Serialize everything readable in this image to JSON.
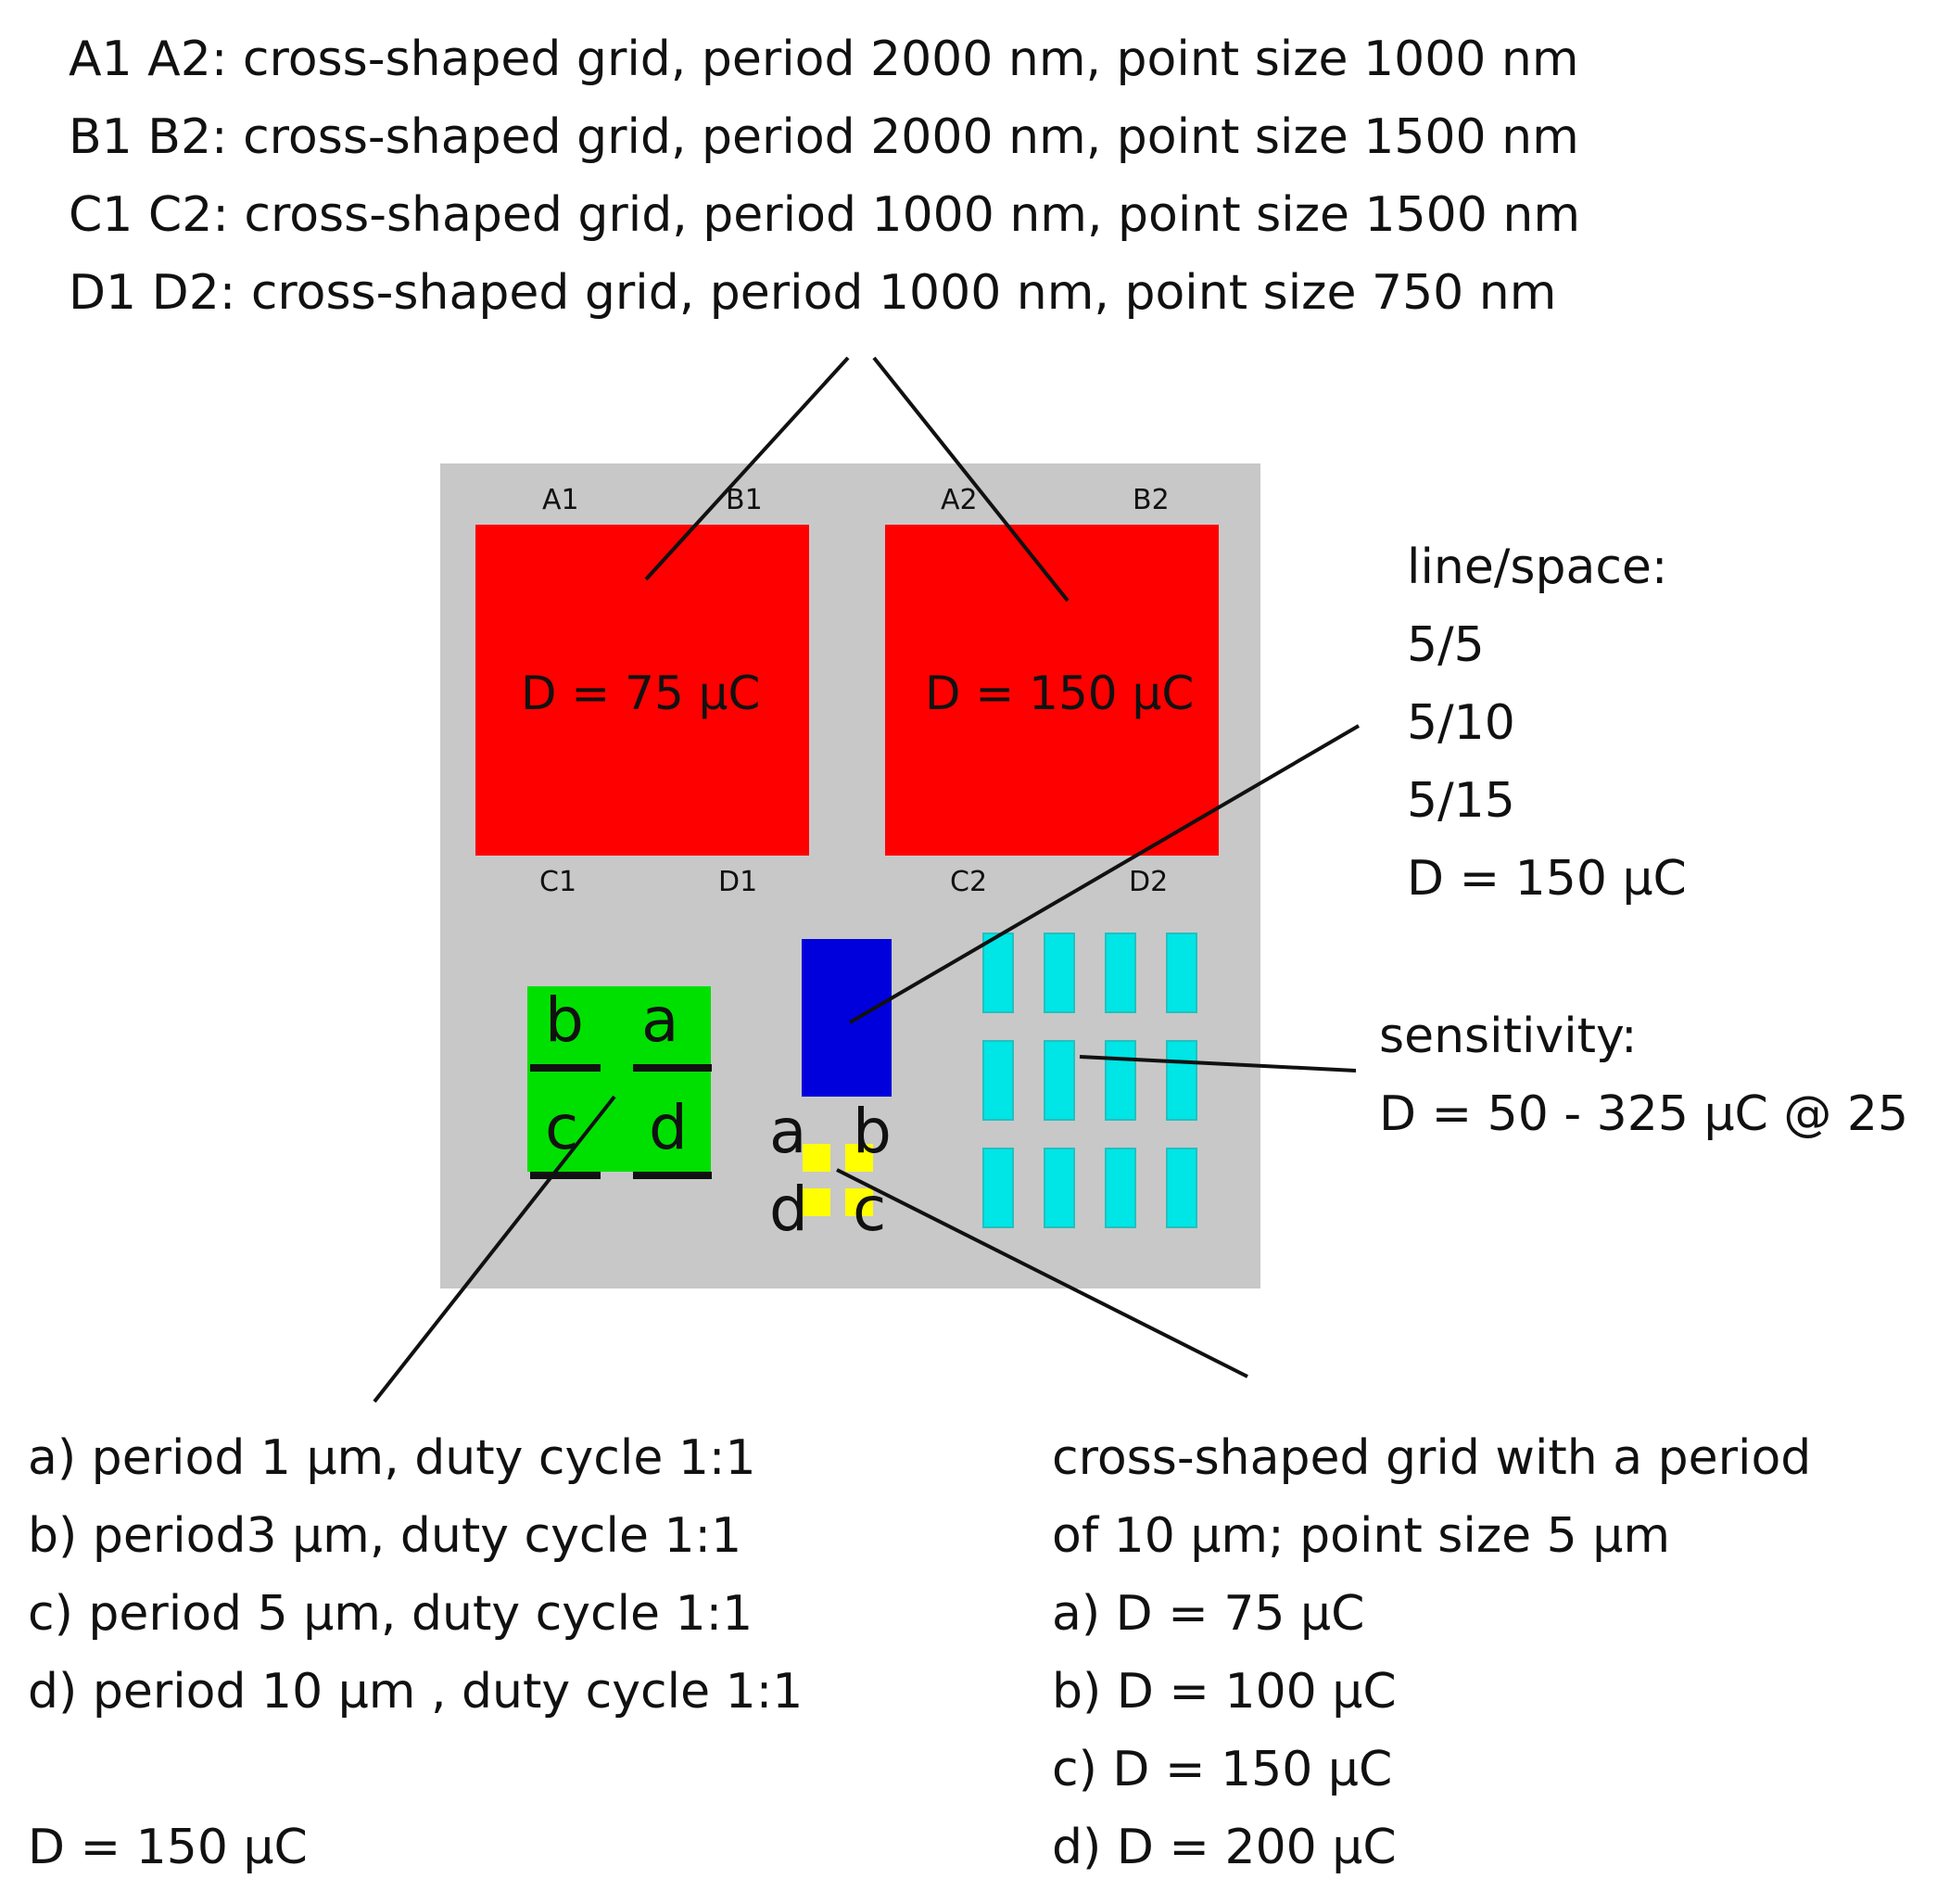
{
  "header_lines": [
    "A1 A2: cross-shaped grid, period 2000 nm, point size 1000 nm",
    "B1 B2: cross-shaped grid, period 2000 nm, point size 1500 nm",
    "C1 C2: cross-shaped grid, period 1000 nm, point size 1500 nm",
    "D1 D2: cross-shaped grid, period 1000 nm, point size 750 nm"
  ],
  "chip": {
    "corner_labels": [
      "A1",
      "B1",
      "A2",
      "B2",
      "C1",
      "D1",
      "C2",
      "D2"
    ],
    "red_left_dose": "D = 75 μC",
    "red_right_dose": "D = 150 μC",
    "green_letters": [
      "b",
      "a",
      "c",
      "d"
    ],
    "yellow_letters": [
      "a",
      "b",
      "d",
      "c"
    ]
  },
  "line_space": [
    "line/space:",
    "5/5",
    "5/10",
    "5/15",
    "D = 150 μC"
  ],
  "sensitivity": [
    "sensitivity:",
    "D = 50 - 325 μC @ 25"
  ],
  "bottom_left": [
    "a) period 1 μm, duty cycle 1:1",
    "b) period3 μm, duty cycle 1:1",
    "c) period 5 μm, duty cycle 1:1",
    "d) period 10 μm , duty cycle 1:1",
    "D = 150 μC"
  ],
  "bottom_right": [
    "cross-shaped grid with a period",
    "of 10 μm; point size 5 μm",
    "a) D = 75 μC",
    "b) D = 100 μC",
    "c) D = 150 μC",
    "d) D = 200 μC"
  ],
  "colors": {
    "chip": "#c8c8c8",
    "red": "#ff0000",
    "blue": "#0000dd",
    "green": "#00e000",
    "cyan": "#00e5e5",
    "yellow": "#ffff00"
  }
}
